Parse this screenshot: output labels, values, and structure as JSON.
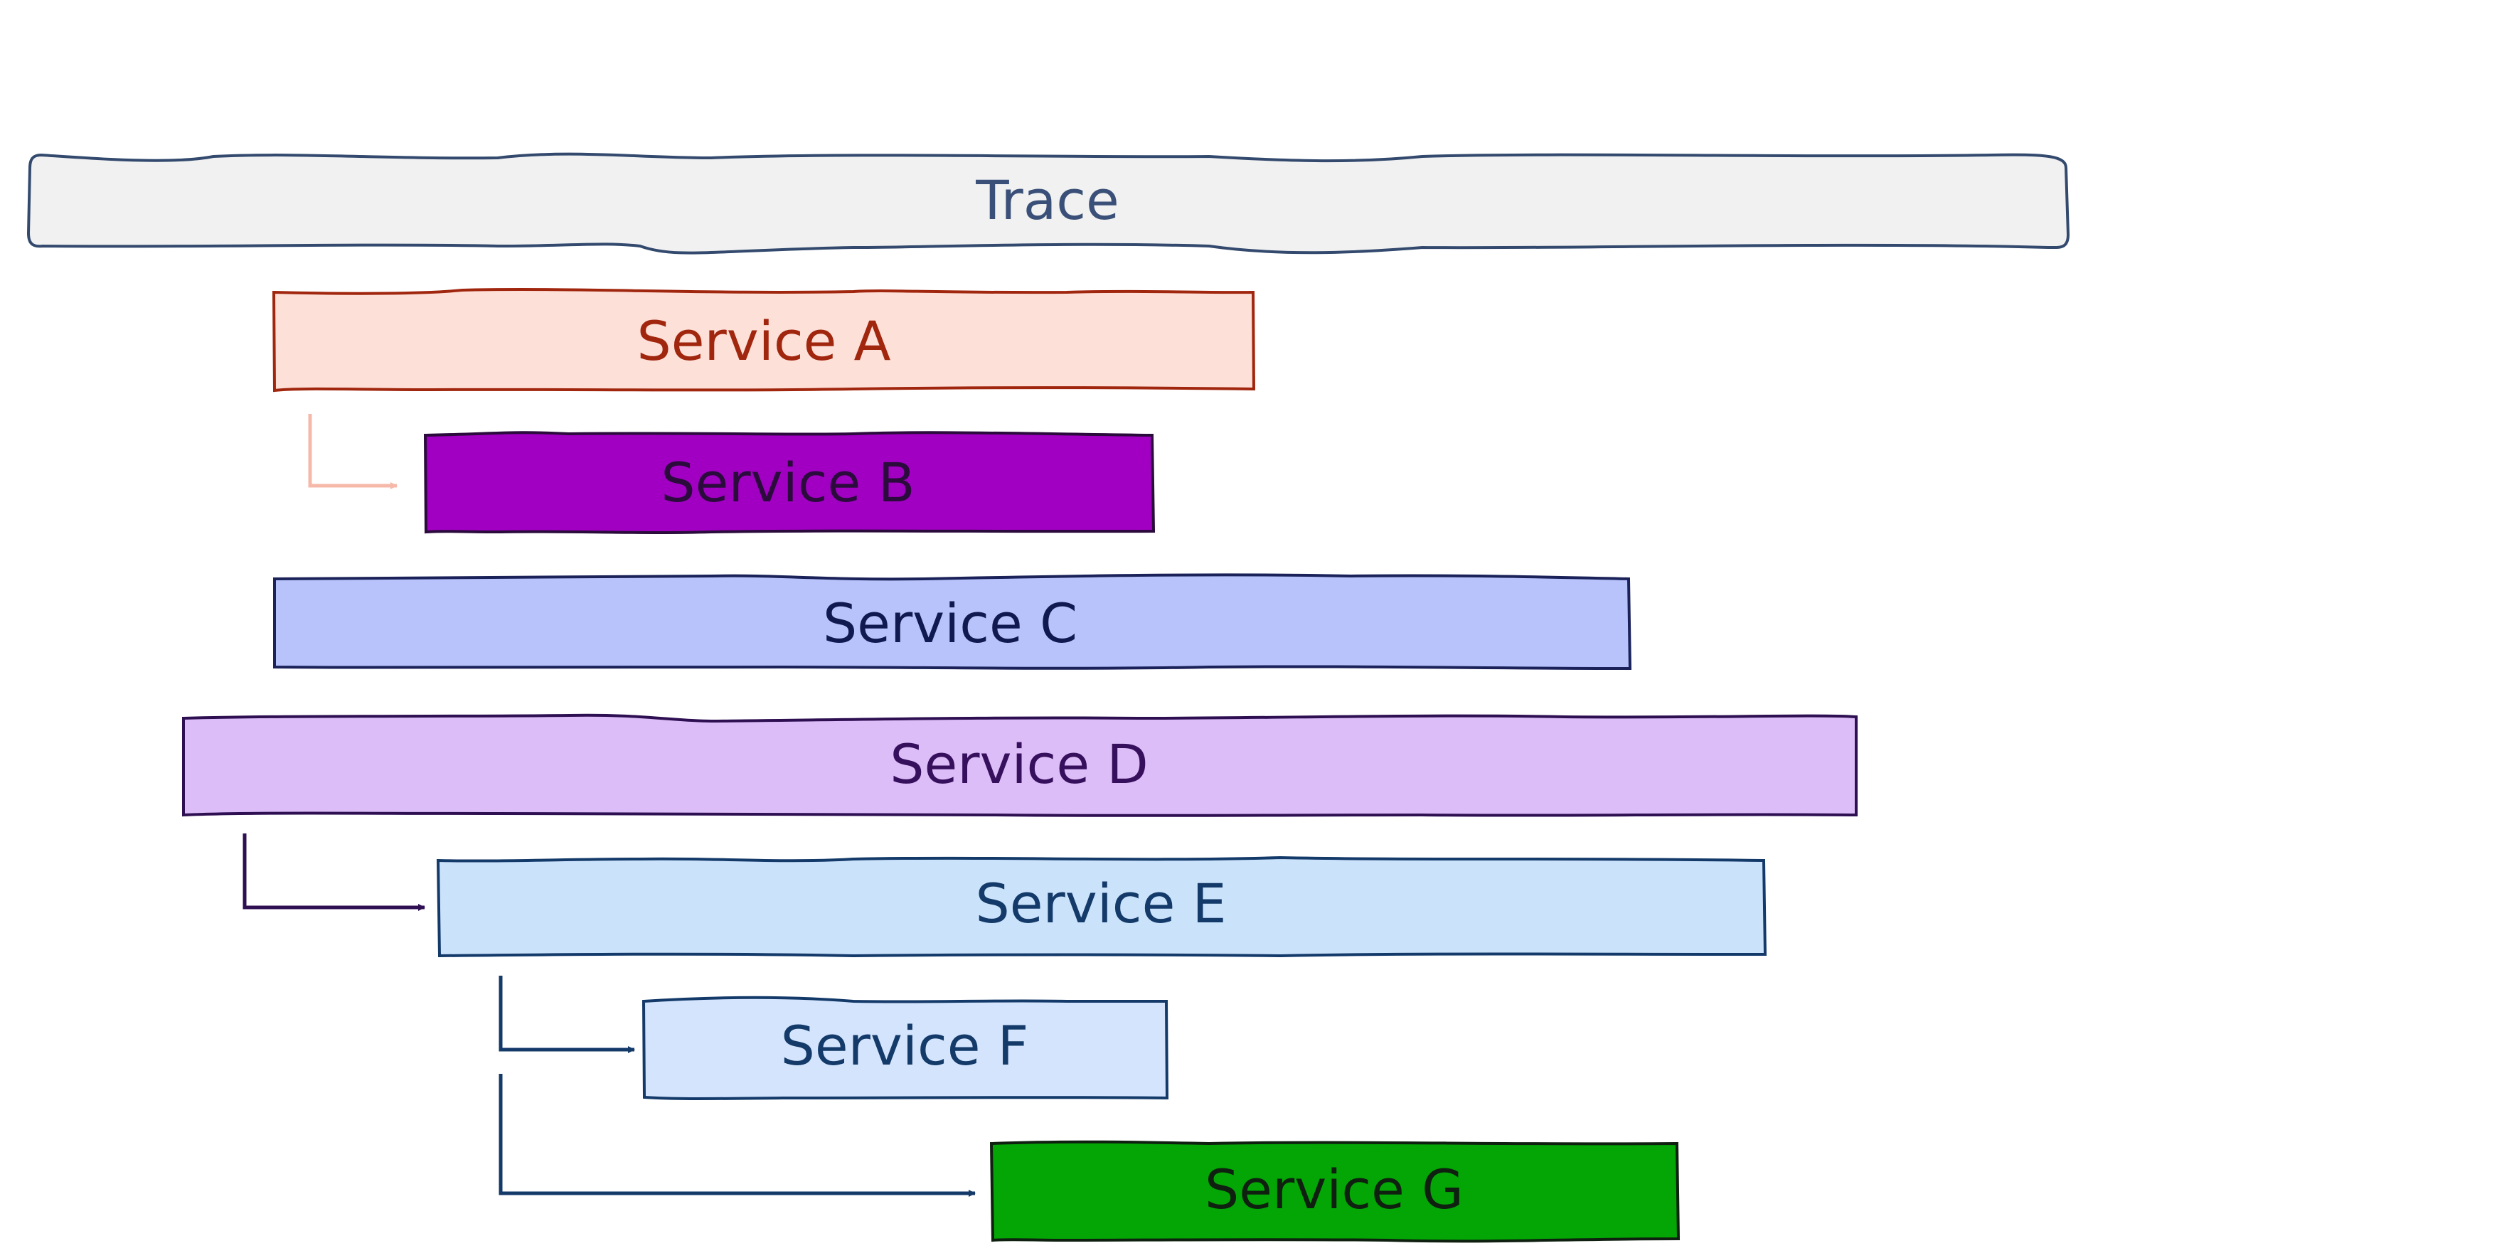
{
  "diagram": {
    "trace": {
      "label": "Trace",
      "fill": "#f1f1f1",
      "stroke": "#334a6e",
      "text_color": "#3a5078"
    },
    "services": [
      {
        "id": "a",
        "label": "Service A",
        "fill": "#fde0d8",
        "stroke": "#a1260e",
        "text_color": "#a1260e"
      },
      {
        "id": "b",
        "label": "Service B",
        "fill": "#a100c2",
        "stroke": "#2a0b3c",
        "text_color": "#2a0b3c"
      },
      {
        "id": "c",
        "label": "Service C",
        "fill": "#b8c3fb",
        "stroke": "#1a2259",
        "text_color": "#101a50"
      },
      {
        "id": "d",
        "label": "Service D",
        "fill": "#dcbdf7",
        "stroke": "#2e0f52",
        "text_color": "#36105c"
      },
      {
        "id": "e",
        "label": "Service E",
        "fill": "#cbe2fb",
        "stroke": "#143a6a",
        "text_color": "#133a68"
      },
      {
        "id": "f",
        "label": "Service F",
        "fill": "#d4e4fd",
        "stroke": "#143a6a",
        "text_color": "#133a68"
      },
      {
        "id": "g",
        "label": "Service G",
        "fill": "#03a605",
        "stroke": "#0f1f10",
        "text_color": "#0f1f10"
      }
    ],
    "calls": [
      {
        "from": "a",
        "to": "b",
        "color": "#f6b9a9"
      },
      {
        "from": "d",
        "to": "e",
        "color": "#2e0f52"
      },
      {
        "from": "e",
        "to": "f",
        "color": "#143a6a"
      },
      {
        "from": "e",
        "to": "g",
        "color": "#143a6a"
      }
    ]
  }
}
